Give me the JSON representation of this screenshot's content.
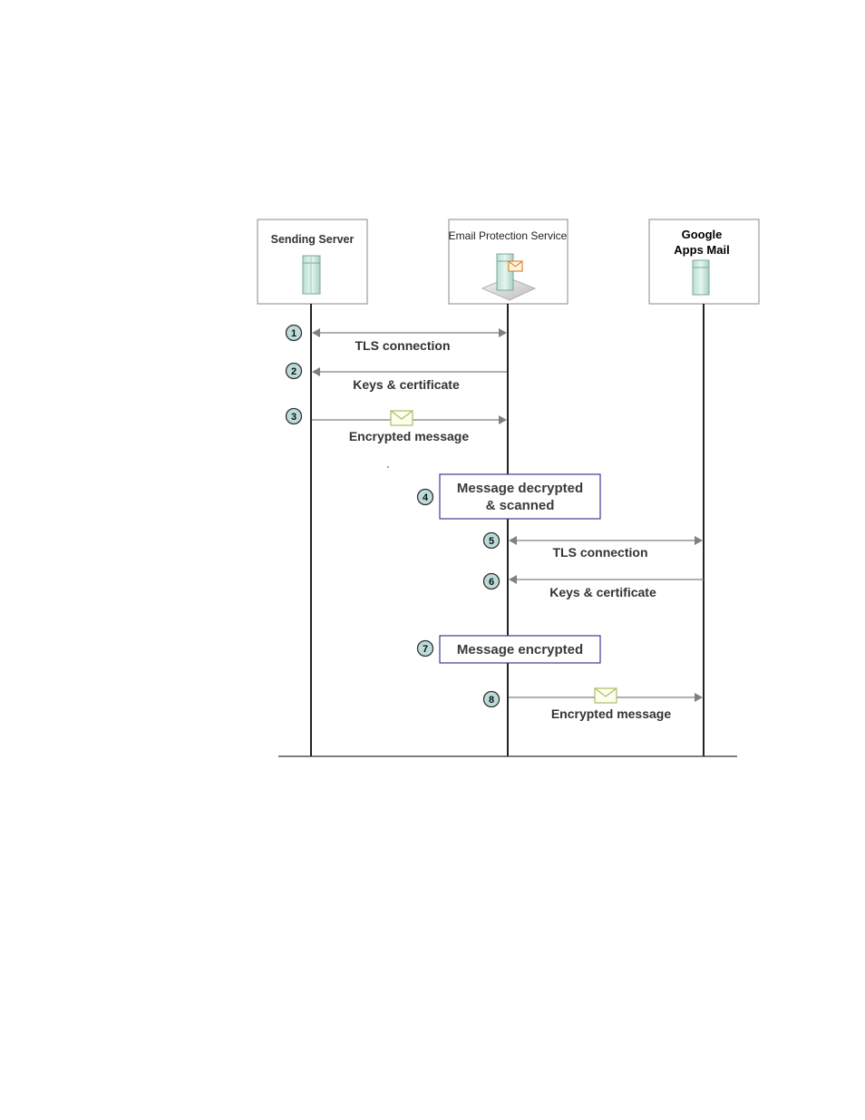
{
  "actors": {
    "sending_server": "Sending Server",
    "protection_service": "Email Protection Service",
    "google_line1": "Google",
    "google_line2": "Apps Mail"
  },
  "steps": {
    "s1": {
      "number": "1",
      "label": "TLS connection"
    },
    "s2": {
      "number": "2",
      "label": "Keys & certificate"
    },
    "s3": {
      "number": "3",
      "label": "Encrypted message"
    },
    "s4": {
      "number": "4",
      "line1": "Message decrypted",
      "line2": "& scanned"
    },
    "s5": {
      "number": "5",
      "label": "TLS connection"
    },
    "s6": {
      "number": "6",
      "label": "Keys & certificate"
    },
    "s7": {
      "number": "7",
      "label": "Message encrypted"
    },
    "s8": {
      "number": "8",
      "label": "Encrypted message"
    }
  },
  "colors": {
    "lifeline": "#222222",
    "arrow": "#808080",
    "box_border": "#3b3b8f",
    "step_circle_fill": "#bcdcdc",
    "server_body": "#d8efe6",
    "envelope_stroke": "#a8c060",
    "envelope_fill": "#fffdf0"
  },
  "icons": {
    "server": "server-icon",
    "envelope": "envelope-icon"
  }
}
